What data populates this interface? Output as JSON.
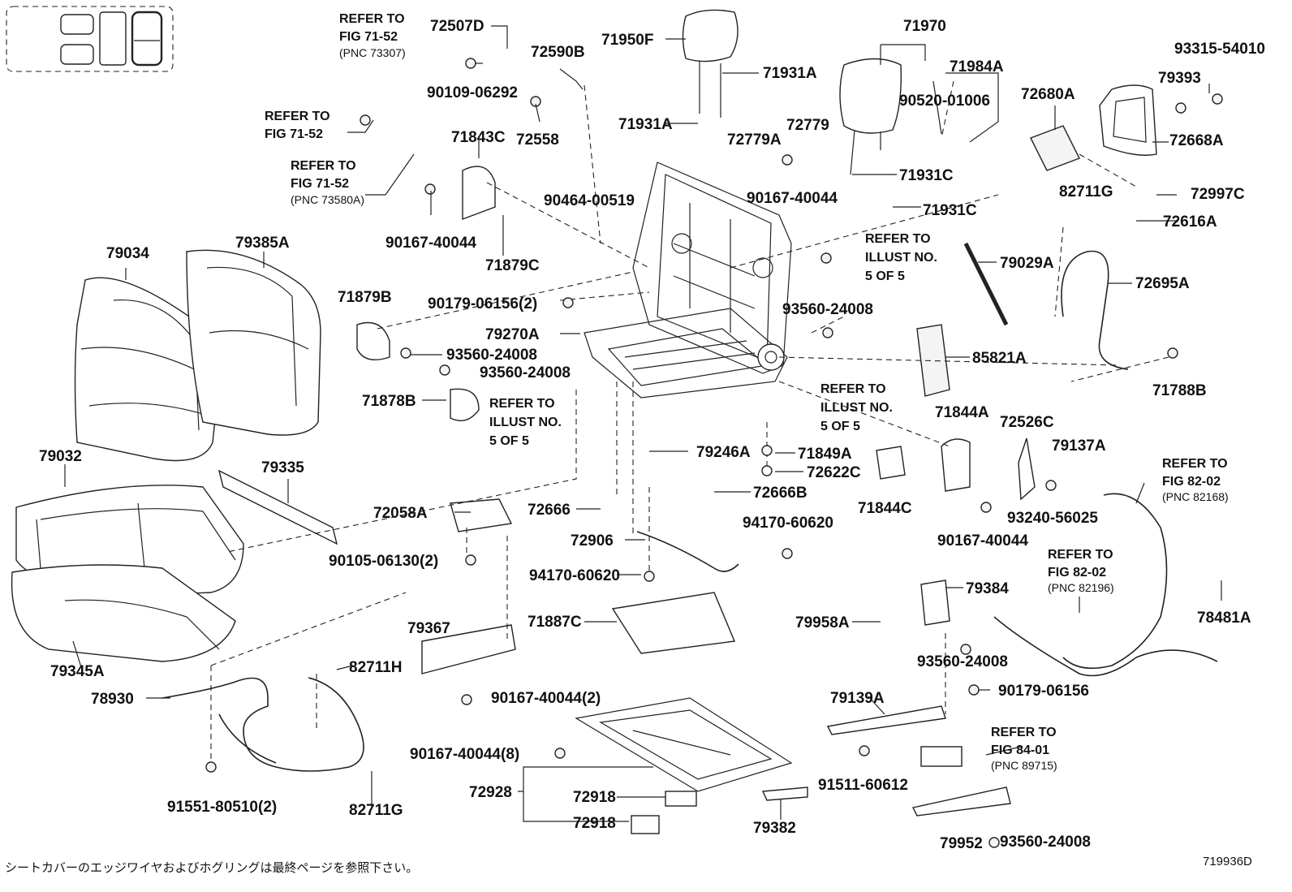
{
  "diagram": {
    "figure_id": "719936D",
    "footnote": "シートカバーのエッジワイヤおよびホグリングは最終ページを参照下さい。"
  },
  "refs": {
    "fig7152_a": {
      "line1": "REFER TO",
      "line2": "FIG 71-52",
      "pnc": "(PNC 73307)"
    },
    "fig7152_b": {
      "line1": "REFER TO",
      "line2": "FIG 71-52"
    },
    "fig7152_c": {
      "line1": "REFER TO",
      "line2": "FIG 71-52",
      "pnc": "(PNC 73580A)"
    },
    "illust_a": {
      "line1": "REFER TO",
      "line2": "ILLUST NO.",
      "line3": "5 OF 5"
    },
    "illust_b": {
      "line1": "REFER TO",
      "line2": "ILLUST NO.",
      "line3": "5 OF 5"
    },
    "illust_c": {
      "line1": "REFER TO",
      "line2": "ILLUST NO.",
      "line3": "5 OF 5"
    },
    "fig8202_a": {
      "line1": "REFER TO",
      "line2": "FIG 82-02",
      "pnc": "(PNC 82168)"
    },
    "fig8202_b": {
      "line1": "REFER TO",
      "line2": "FIG 82-02",
      "pnc": "(PNC 82196)"
    },
    "fig8401": {
      "line1": "REFER TO",
      "line2": "FIG 84-01",
      "pnc": "(PNC 89715)"
    }
  },
  "parts": {
    "p72507D": "72507D",
    "p72590B": "72590B",
    "p90109_06292": "90109-06292",
    "p72558": "72558",
    "p71843C": "71843C",
    "p90464_00519": "90464-00519",
    "p90167_40044_a": "90167-40044",
    "p71879C": "71879C",
    "p71950F": "71950F",
    "p71931A_a": "71931A",
    "p71931A_b": "71931A",
    "p72779A": "72779A",
    "p72779": "72779",
    "p90167_40044_b": "90167-40044",
    "p71970": "71970",
    "p71984A": "71984A",
    "p90520_01006": "90520-01006",
    "p71931C_a": "71931C",
    "p71931C_b": "71931C",
    "p72680A": "72680A",
    "p93315_54010": "93315-54010",
    "p79393": "79393",
    "p72668A": "72668A",
    "p82711G_a": "82711G",
    "p72997C": "72997C",
    "p72616A": "72616A",
    "p79029A": "79029A",
    "p72695A": "72695A",
    "p85821A": "85821A",
    "p71788B": "71788B",
    "p79034": "79034",
    "p79385A": "79385A",
    "p71879B": "71879B",
    "p90179_06156_2": "90179-06156(2)",
    "p79270A": "79270A",
    "p93560_24008_a": "93560-24008",
    "p93560_24008_b": "93560-24008",
    "p93560_24008_c": "93560-24008",
    "p71878B": "71878B",
    "p79032": "79032",
    "p79335": "79335",
    "p79246A": "79246A",
    "p71849A": "71849A",
    "p72622C": "72622C",
    "p72666B": "72666B",
    "p71844A": "71844A",
    "p71844C": "71844C",
    "p72526C": "72526C",
    "p79137A": "79137A",
    "p93240_56025": "93240-56025",
    "p90167_40044_c": "90167-40044",
    "p72058A": "72058A",
    "p90105_06130": "90105-06130(2)",
    "p72666": "72666",
    "p72906": "72906",
    "p94170_60620_a": "94170-60620",
    "p94170_60620_b": "94170-60620",
    "p79345A": "79345A",
    "p79367": "79367",
    "p71887C": "71887C",
    "p90167_40044_2": "90167-40044(2)",
    "p79384": "79384",
    "p79958A": "79958A",
    "p93560_24008_d": "93560-24008",
    "p78481A": "78481A",
    "p82711H": "82711H",
    "p78930": "78930",
    "p90179_06156": "90179-06156",
    "p79139A": "79139A",
    "p90167_40044_8": "90167-40044(8)",
    "p72928": "72928",
    "p72918_a": "72918",
    "p72918_b": "72918",
    "p79382": "79382",
    "p91511_60612": "91511-60612",
    "p79952": "79952",
    "p93560_24008_e": "93560-24008",
    "p91551_80510": "91551-80510(2)",
    "p82711G_b": "82711G"
  }
}
